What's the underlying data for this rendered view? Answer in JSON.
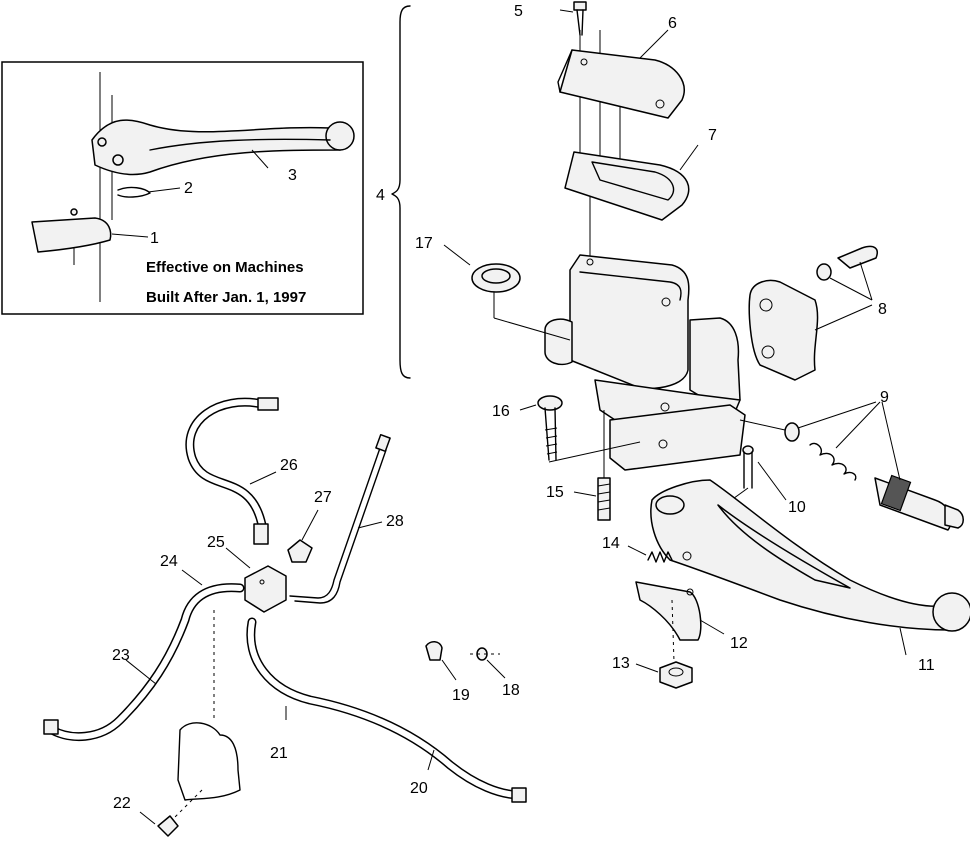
{
  "inset_note": {
    "line1": "Effective on Machines",
    "line2": "Built After Jan. 1, 1997"
  },
  "callouts": [
    "1",
    "2",
    "3",
    "4",
    "5",
    "6",
    "7",
    "8",
    "9",
    "10",
    "11",
    "12",
    "13",
    "14",
    "15",
    "16",
    "17",
    "18",
    "19",
    "20",
    "21",
    "22",
    "23",
    "24",
    "25",
    "26",
    "27",
    "28"
  ]
}
